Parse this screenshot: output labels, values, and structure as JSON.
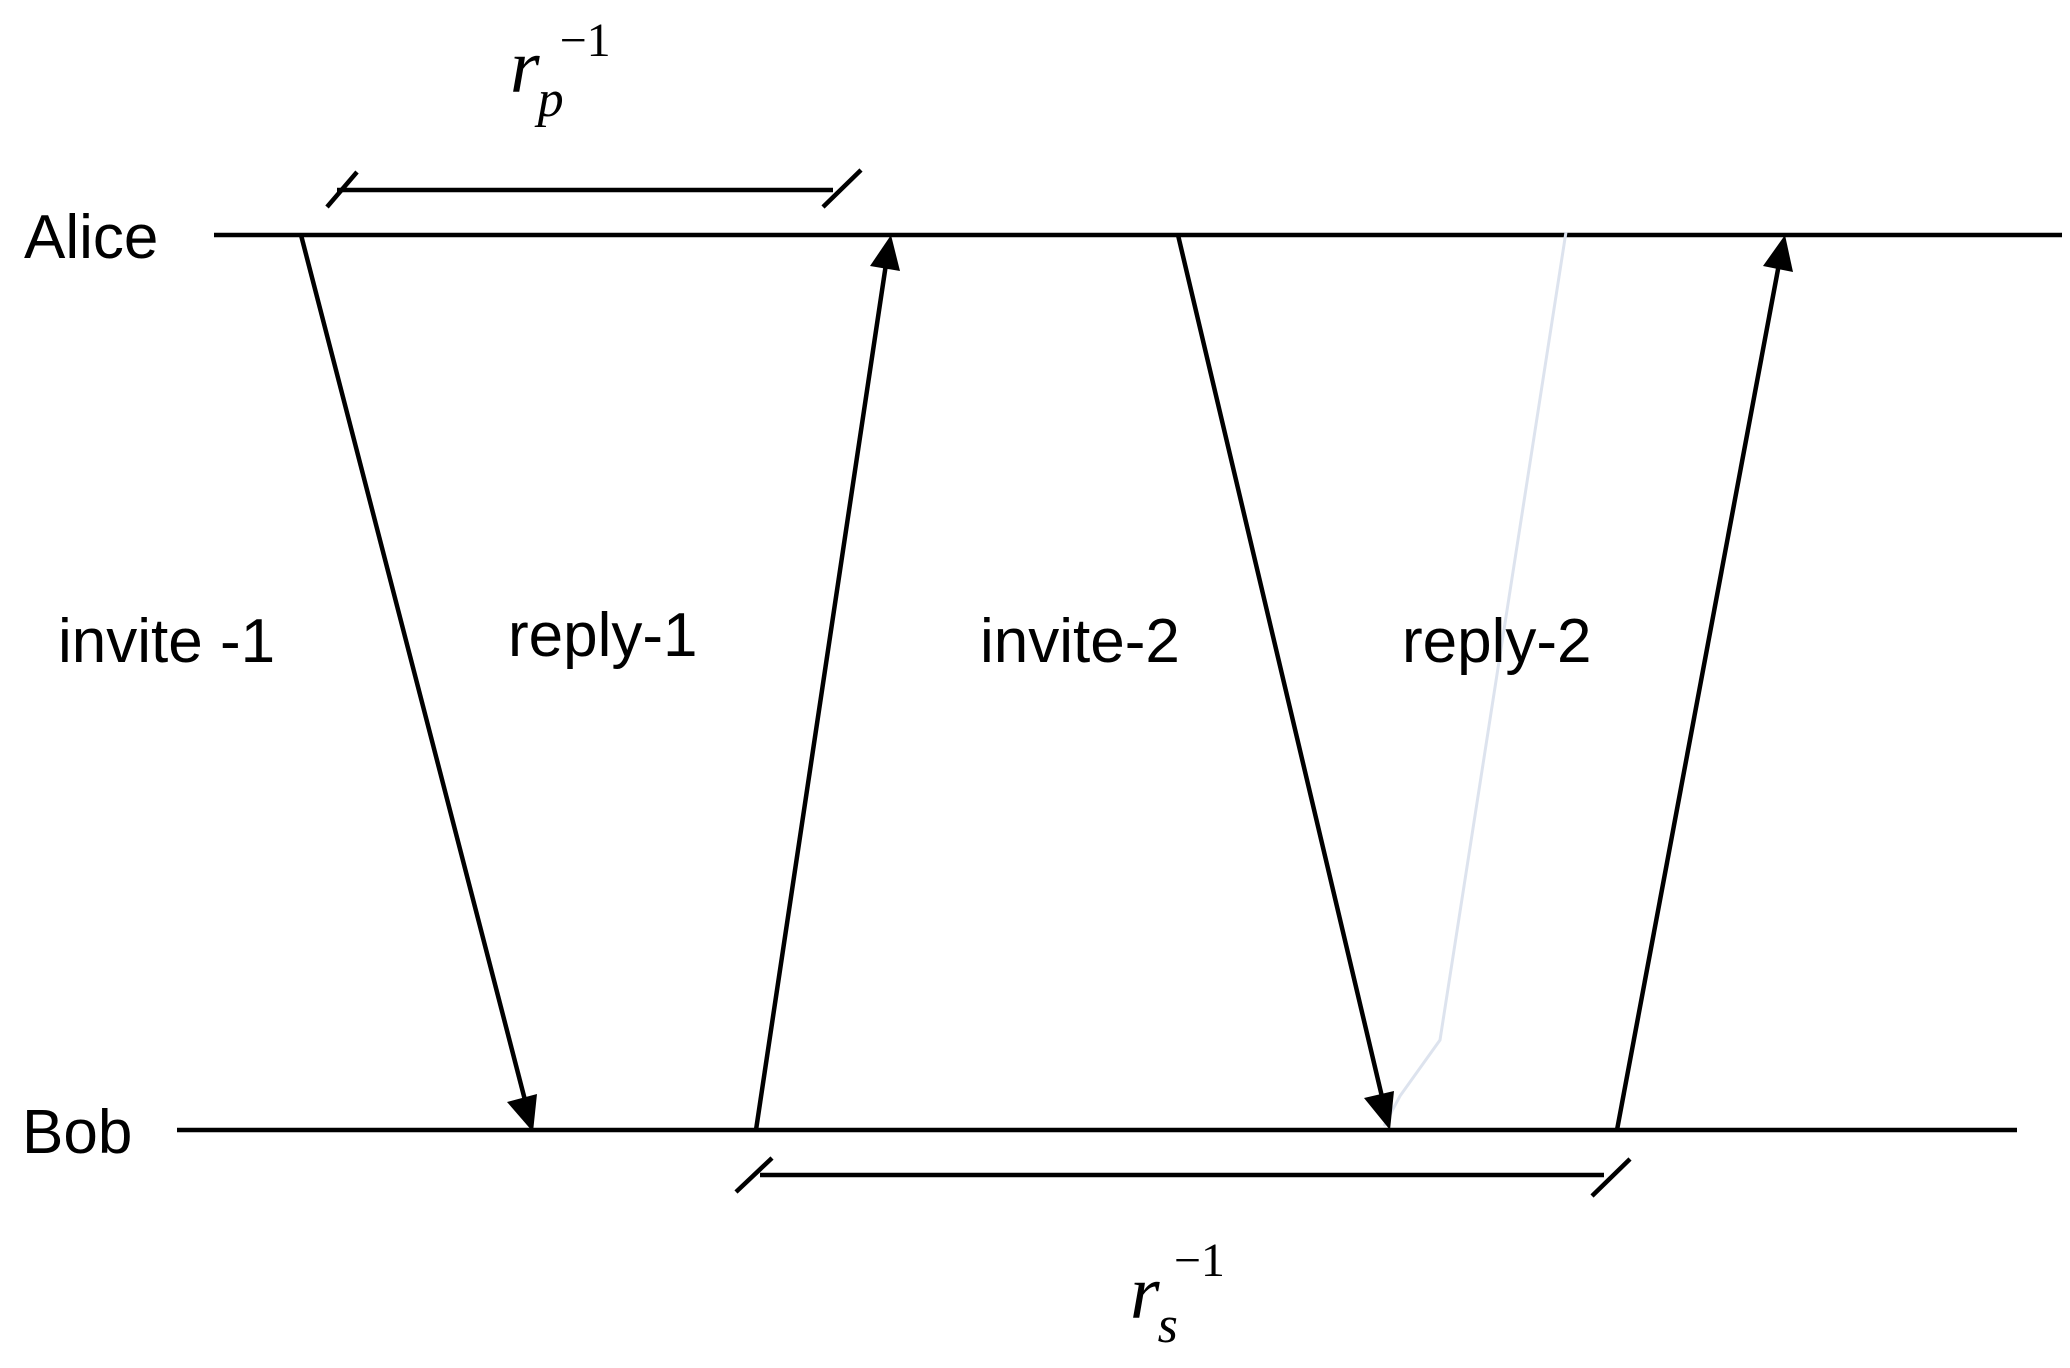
{
  "participants": {
    "top": "Alice",
    "bottom": "Bob"
  },
  "messages": [
    {
      "label": "invite -1",
      "direction": "Alice→Bob"
    },
    {
      "label": "reply-1",
      "direction": "Bob→Alice"
    },
    {
      "label": "invite-2",
      "direction": "Alice→Bob"
    },
    {
      "label": "reply-2",
      "direction": "Bob→Alice"
    }
  ],
  "intervals": {
    "top": {
      "base": "r",
      "subscript": "p",
      "superscript": "−1"
    },
    "bottom": {
      "base": "r",
      "subscript": "s",
      "superscript": "−1"
    }
  }
}
